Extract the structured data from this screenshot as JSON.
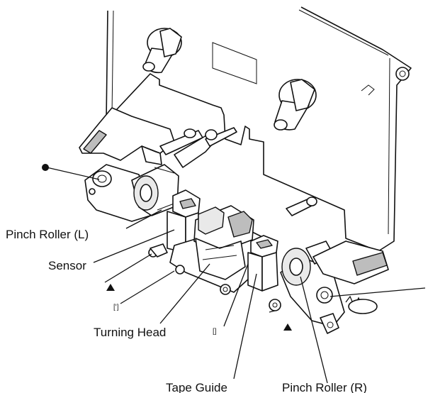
{
  "diagram": {
    "labels": {
      "pinch_roller_l": "Pinch Roller (L)",
      "sensor": "Sensor",
      "turning_head": "Turning Head",
      "tape_guide": "Tape Guide",
      "pinch_roller_r": "Pinch Roller (R)"
    },
    "marks": {
      "screw_mark_1": "[']",
      "screw_mark_2": "[]"
    },
    "symbols": {
      "dot": "bullet",
      "triangles": "filled-triangle"
    }
  }
}
